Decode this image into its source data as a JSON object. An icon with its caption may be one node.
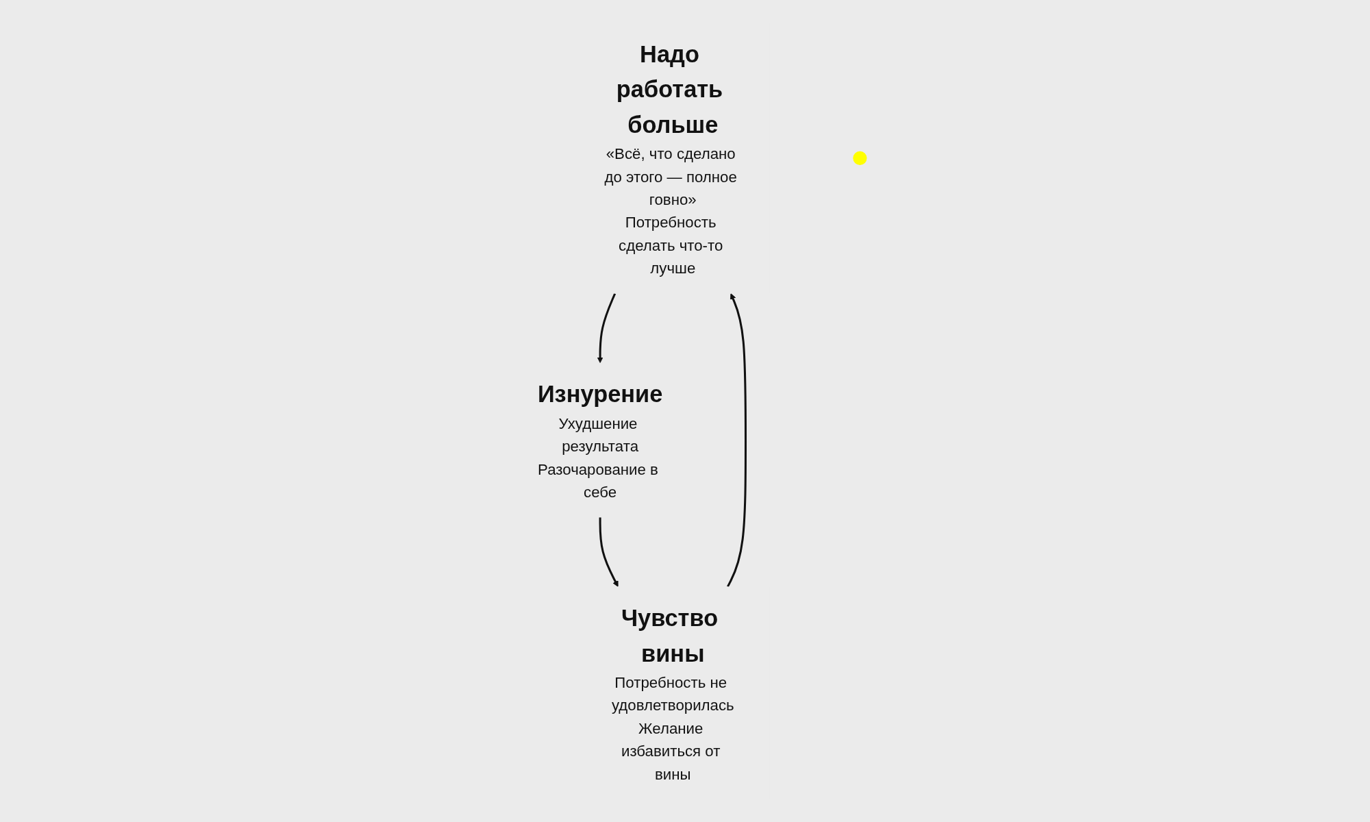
{
  "diagram": {
    "nodes": [
      {
        "text": [
          "Надо работать больше",
          "«Всё, что сделано до этого — полное говно»",
          "Потребность сделать что-то лучше"
        ]
      },
      {
        "text": [
          "Изнурение",
          "Ухудшение результата",
          "Разочарование в себе"
        ]
      },
      {
        "text": [
          "Чувство вины",
          "Потребность не удовлетворилась",
          "Желание избавиться от вины"
        ]
      },
      {
        "text": [],
        "shape": "circle"
      }
    ],
    "edges": [
      {
        "from": 0,
        "to": 1,
        "arrow": "to"
      },
      {
        "from": 1,
        "to": 2,
        "arrow": "to"
      },
      {
        "from": 2,
        "to": 0,
        "arrow": "to"
      }
    ]
  }
}
